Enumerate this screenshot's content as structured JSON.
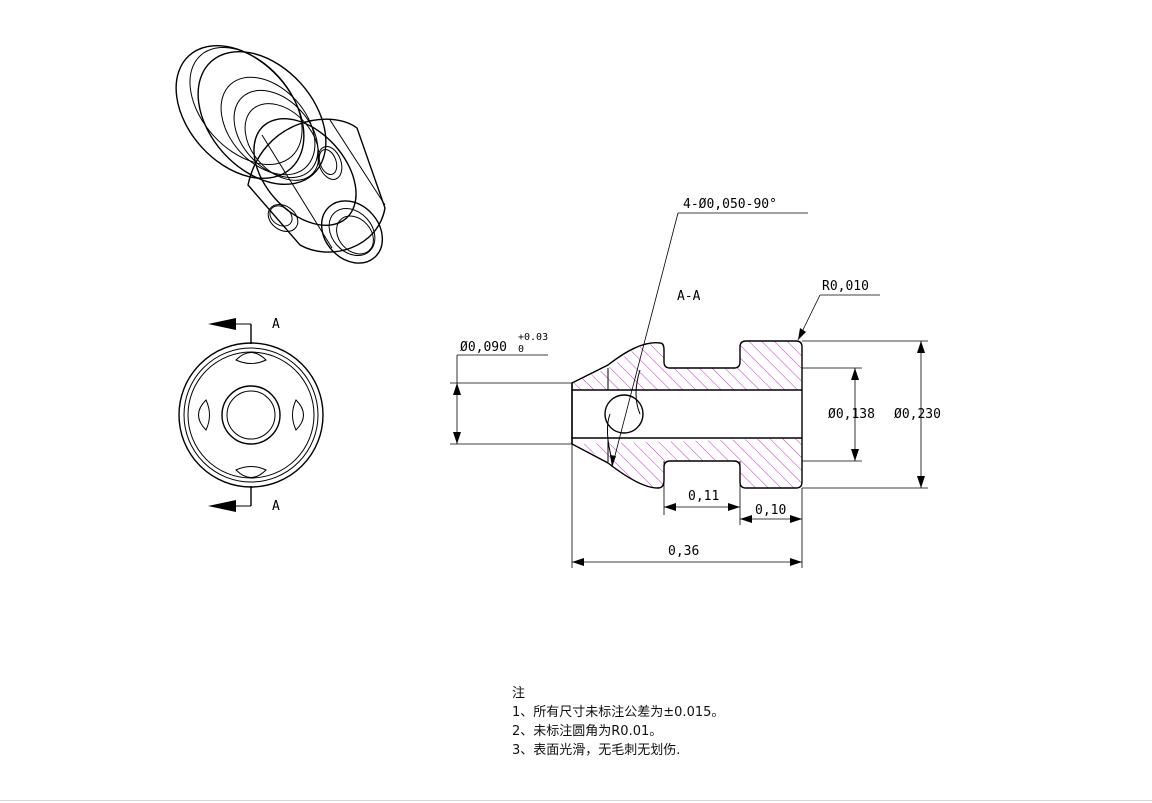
{
  "section_label": "A-A",
  "cut_label_top": "A",
  "cut_label_bottom": "A",
  "callouts": {
    "holes": "4-Ø0,050-90°",
    "radius": "R0,010",
    "bore_diameter": "Ø0,090",
    "bore_tolerance_upper": "+0.03",
    "bore_tolerance_lower": "0",
    "inner_diameter": "Ø0,138",
    "outer_diameter": "Ø0,230",
    "groove_width": "0,11",
    "flange_width": "0,10",
    "overall_length": "0,36"
  },
  "notes": {
    "title": "注",
    "line1": "1、所有尺寸未标注公差为±0.015。",
    "line2": "2、未标注圆角为R0.01。",
    "line3": "3、表面光滑，无毛刺无划伤."
  },
  "colors": {
    "hatch": "#cc33cc",
    "line": "#000000"
  }
}
